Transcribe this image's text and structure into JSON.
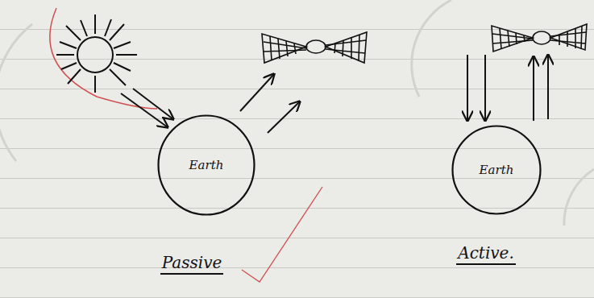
{
  "diagram": {
    "nodes": [
      {
        "text": [
          "Earth"
        ]
      },
      {
        "text": [
          "Earth"
        ]
      }
    ],
    "labels": [
      "Passive",
      "Active."
    ]
  }
}
